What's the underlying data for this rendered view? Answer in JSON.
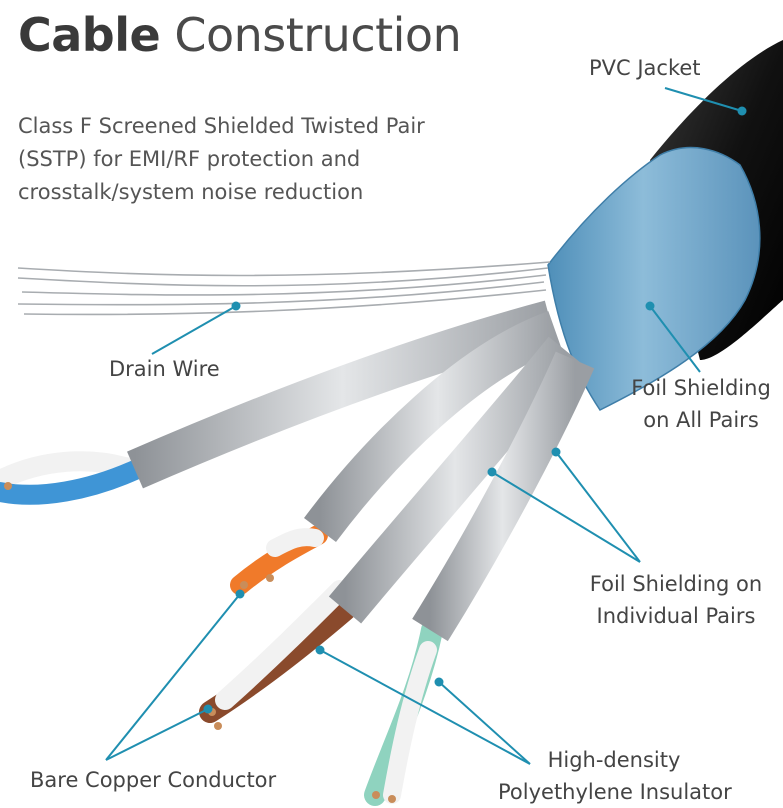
{
  "title": {
    "bold": "Cable",
    "light": "Construction"
  },
  "description": "Class F Screened Shielded Twisted Pair (SSTP) for EMI/RF protection and crosstalk/system noise reduction",
  "labels": {
    "pvc_jacket": "PVC Jacket",
    "drain_wire": "Drain Wire",
    "foil_all_line1": "Foil Shielding",
    "foil_all_line2": "on All Pairs",
    "foil_ind_line1": "Foil Shielding on",
    "foil_ind_line2": "Individual Pairs",
    "hdpe_line1": "High-density",
    "hdpe_line2": "Polyethylene Insulator",
    "bare_copper": "Bare Copper Conductor"
  },
  "colors": {
    "leader": "#1f8fb0",
    "jacket": "#1a1a1a",
    "foil_outer": "#6fa6c9",
    "foil_pair": "#b9bcc0",
    "wire_blue": "#3f95d6",
    "wire_orange": "#f07a2a",
    "wire_brown": "#8a4a2c",
    "wire_green": "#8fd3bf",
    "copper": "#c98d5a"
  }
}
